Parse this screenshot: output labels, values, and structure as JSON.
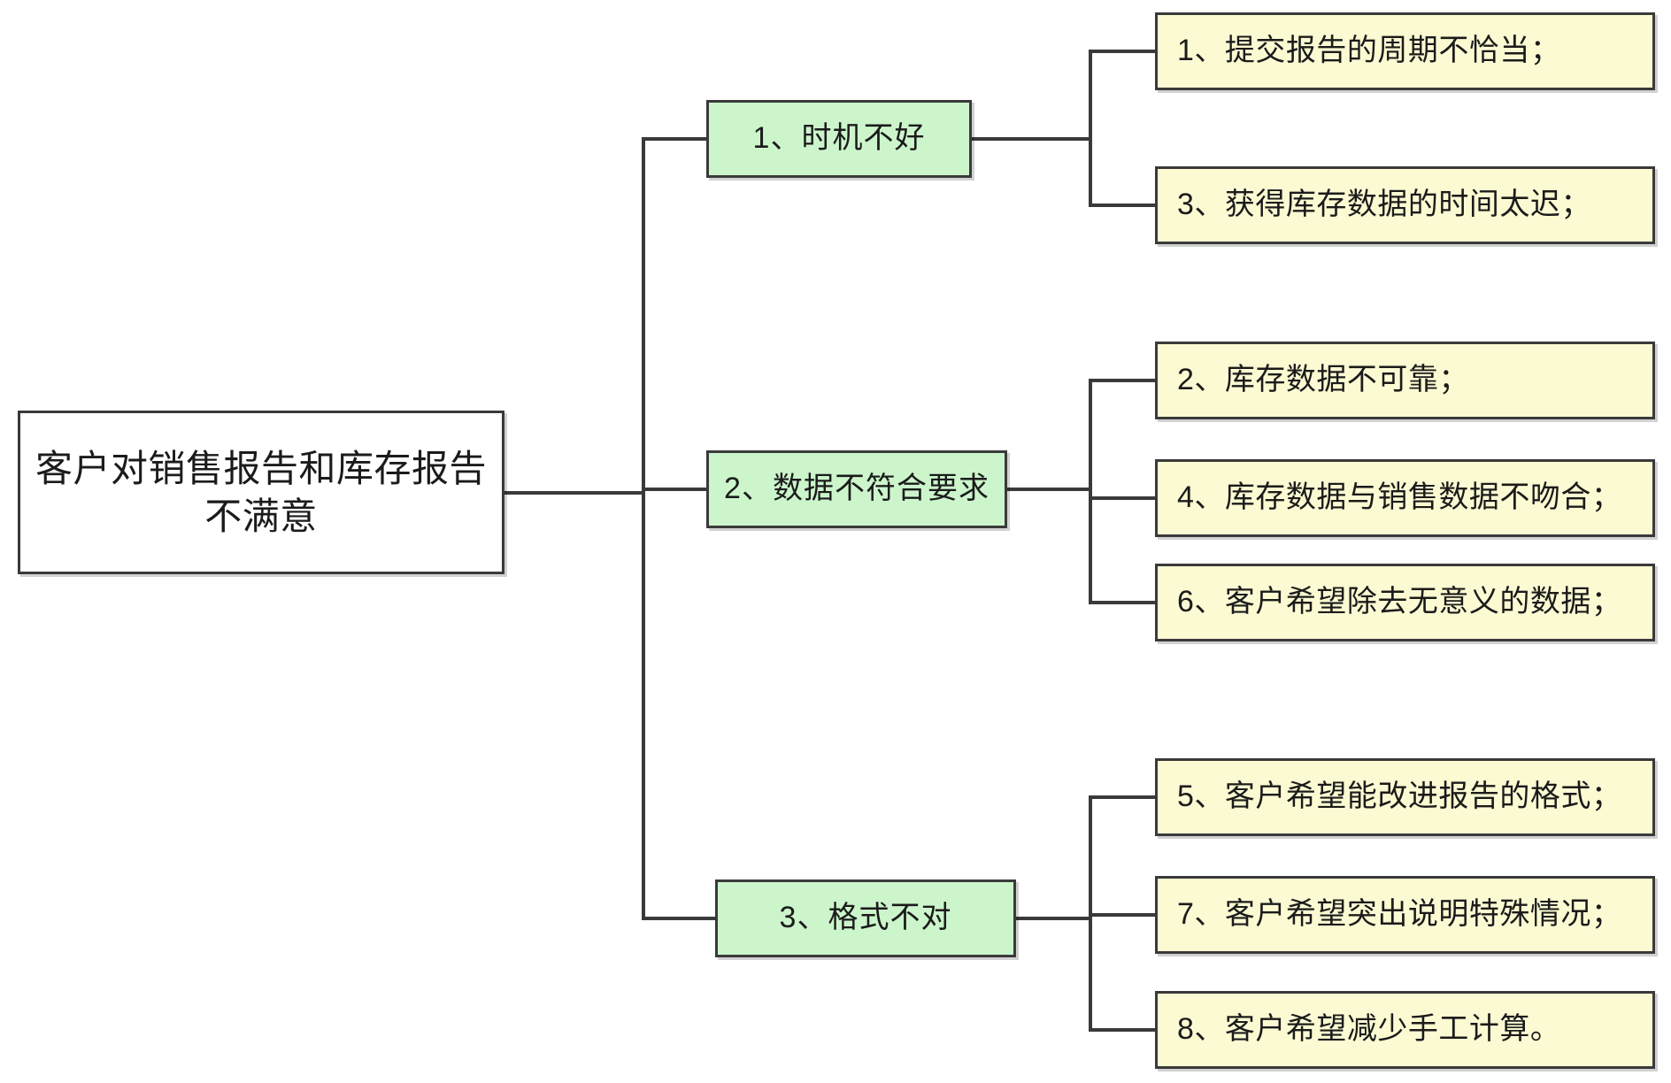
{
  "diagram": {
    "title": "客户对销售报告和库存报告不满意 问题分解图",
    "type": "tree-mind-map",
    "orientation": "left-to-right",
    "colors": {
      "root_fill": "#FFFFFF",
      "category_fill": "#CCF5CC",
      "leaf_fill": "#FCFAD2",
      "border": "#3A3A3A",
      "connector": "#3A3A3A",
      "text": "#1B1B1B",
      "background": "#FFFFFF"
    },
    "root": {
      "id": "root",
      "label": "客户对销售报告和库存报告\n不满意"
    },
    "categories": [
      {
        "id": "cat-1",
        "label": "1、时机不好",
        "children": [
          {
            "id": "leaf-0",
            "label": "1、提交报告的周期不恰当；"
          },
          {
            "id": "leaf-1",
            "label": "3、获得库存数据的时间太迟；"
          }
        ]
      },
      {
        "id": "cat-2",
        "label": "2、数据不符合要求",
        "children": [
          {
            "id": "leaf-2",
            "label": "2、库存数据不可靠；"
          },
          {
            "id": "leaf-3",
            "label": "4、库存数据与销售数据不吻合；"
          },
          {
            "id": "leaf-4",
            "label": "6、客户希望除去无意义的数据；"
          }
        ]
      },
      {
        "id": "cat-3",
        "label": "3、格式不对",
        "children": [
          {
            "id": "leaf-5",
            "label": "5、客户希望能改进报告的格式；"
          },
          {
            "id": "leaf-6",
            "label": "7、客户希望突出说明特殊情况；"
          },
          {
            "id": "leaf-7",
            "label": "8、客户希望减少手工计算。"
          }
        ]
      }
    ],
    "leaves_flat": [
      "1、提交报告的周期不恰当；",
      "3、获得库存数据的时间太迟；",
      "2、库存数据不可靠；",
      "4、库存数据与销售数据不吻合；",
      "6、客户希望除去无意义的数据；",
      "5、客户希望能改进报告的格式；",
      "7、客户希望突出说明特殊情况；",
      "8、客户希望减少手工计算。"
    ]
  }
}
